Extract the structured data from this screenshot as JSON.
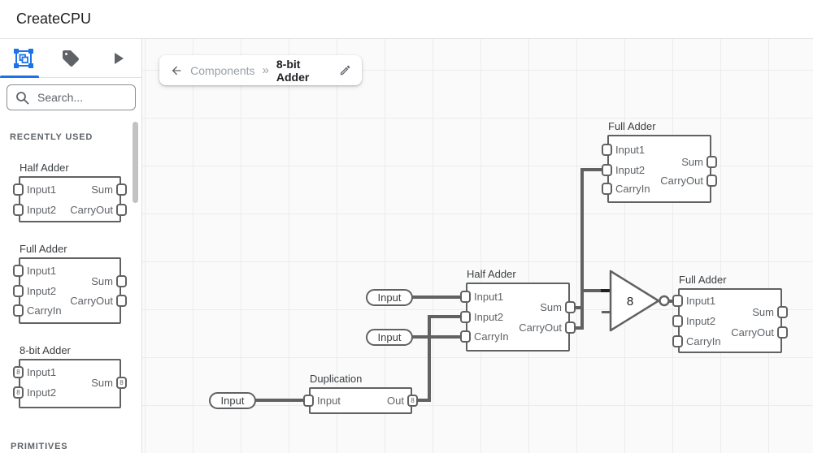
{
  "header": {
    "title": "CreateCPU"
  },
  "sidebar": {
    "tabs": [
      {
        "name": "components",
        "icon": "components-icon",
        "selected": true
      },
      {
        "name": "labels",
        "icon": "tag-icon",
        "selected": false
      },
      {
        "name": "simulate",
        "icon": "play-icon",
        "selected": false
      }
    ],
    "search": {
      "placeholder": "Search..."
    },
    "section_recent": "RECENTLY USED",
    "section_primitives": "PRIMITIVES",
    "items": [
      {
        "title": "Half Adder",
        "left": [
          {
            "label": "Input1"
          },
          {
            "label": "Input2"
          }
        ],
        "right": [
          {
            "label": "Sum"
          },
          {
            "label": "CarryOut"
          }
        ]
      },
      {
        "title": "Full Adder",
        "left": [
          {
            "label": "Input1"
          },
          {
            "label": "Input2"
          },
          {
            "label": "CarryIn"
          }
        ],
        "right": [
          {
            "label": "Sum"
          },
          {
            "label": "CarryOut"
          }
        ]
      },
      {
        "title": "8-bit Adder",
        "left": [
          {
            "label": "Input1",
            "badge": "8"
          },
          {
            "label": "Input2",
            "badge": "8"
          }
        ],
        "right": [
          {
            "label": "Sum",
            "badge": "8"
          }
        ]
      }
    ]
  },
  "breadcrumb": {
    "parent": "Components",
    "separator": "»",
    "current": "8-bit Adder"
  },
  "canvas": {
    "inputs": [
      {
        "label": "Input"
      },
      {
        "label": "Input"
      },
      {
        "label": "Input"
      }
    ],
    "nodes": {
      "full_adder_top": {
        "title": "Full Adder",
        "left": [
          {
            "label": "Input1"
          },
          {
            "label": "Input2"
          },
          {
            "label": "CarryIn"
          }
        ],
        "right": [
          {
            "label": "Sum"
          },
          {
            "label": "CarryOut"
          }
        ]
      },
      "half_adder": {
        "title": "Half Adder",
        "left": [
          {
            "label": "Input1"
          },
          {
            "label": "Input2"
          },
          {
            "label": "CarryIn"
          }
        ],
        "right": [
          {
            "label": "Sum"
          },
          {
            "label": "CarryOut"
          }
        ]
      },
      "full_adder_right": {
        "title": "Full Adder",
        "left": [
          {
            "label": "Input1"
          },
          {
            "label": "Input2"
          },
          {
            "label": "CarryIn"
          }
        ],
        "right": [
          {
            "label": "Sum"
          },
          {
            "label": "CarryOut"
          }
        ]
      },
      "duplication": {
        "title": "Duplication",
        "left": [
          {
            "label": "Input"
          }
        ],
        "right": [
          {
            "label": "Out",
            "badge": "8"
          }
        ]
      },
      "not_gate": {
        "label": "8"
      }
    }
  },
  "colors": {
    "accent": "#1a73e8",
    "wire": "#616161",
    "canvas_bg": "#fafafa",
    "grid": "#ececec"
  }
}
